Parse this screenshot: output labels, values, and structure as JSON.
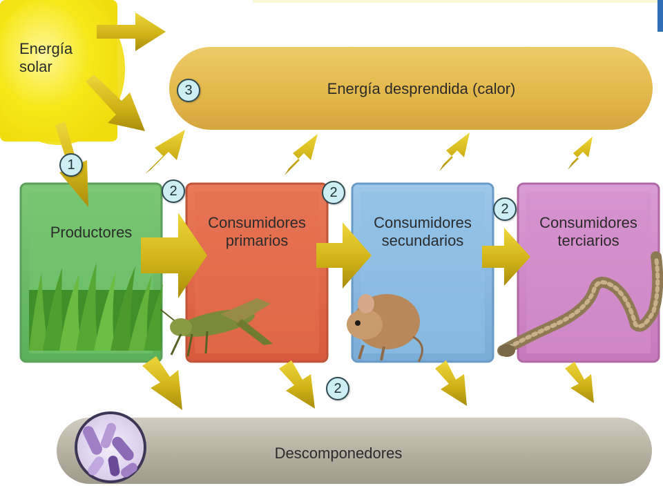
{
  "sun": {
    "line1": "Energía",
    "line2": "solar"
  },
  "heat_band": {
    "label": "Energía desprendida (calor)"
  },
  "decomposers": {
    "label": "Descomponedores"
  },
  "producers": {
    "label": "Productores"
  },
  "primary": {
    "line1": "Consumidores",
    "line2": "primarios"
  },
  "secondary": {
    "line1": "Consumidores",
    "line2": "secundarios"
  },
  "tertiary": {
    "line1": "Consumidores",
    "line2": "terciarios"
  },
  "badges": {
    "one": "1",
    "two_a": "2",
    "two_b": "2",
    "two_c": "2",
    "two_d": "2",
    "three": "3"
  },
  "colors": {
    "producers": "#6cc06a",
    "primary": "#e0694a",
    "secondary": "#86b9e2",
    "tertiary": "#cf86c7",
    "heat": "#e0b23c",
    "decomposers": "#b8b3a4",
    "arrow": "#d8bd1e",
    "sun": "#f6e81a"
  }
}
